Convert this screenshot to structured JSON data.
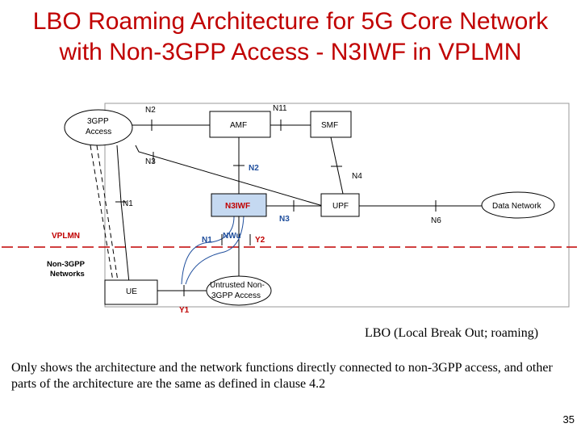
{
  "title": {
    "line1": "LBO Roaming Architecture for 5G Core Network",
    "line2": "with Non-3GPP Access - N3IWF in VPLMN"
  },
  "diagram": {
    "nodes": {
      "access_3gpp_l1": "3GPP",
      "access_3gpp_l2": "Access",
      "amf": "AMF",
      "smf": "SMF",
      "n3iwf": "N3IWF",
      "upf": "UPF",
      "data_network": "Data Network",
      "ue": "UE",
      "untrusted_l1": "Untrusted Non-",
      "untrusted_l2": "3GPP Access"
    },
    "interfaces": {
      "n2_top": "N2",
      "n11": "N11",
      "n3_left": "N3",
      "n2_blue": "N2",
      "n4": "N4",
      "n1_left": "N1",
      "n3_blue": "N3",
      "n6": "N6",
      "n1_blue": "N1",
      "nwu": "NWu",
      "y2": "Y2",
      "y1": "Y1"
    },
    "regions": {
      "vplmn": "VPLMN",
      "non3gpp_l1": "Non-3GPP",
      "non3gpp_l2": "Networks"
    }
  },
  "notes": {
    "lbo": "LBO (Local Break Out; roaming)",
    "scope": "Only shows the architecture and the network functions directly connected to non-3GPP access, and other parts of the architecture are the same as defined in clause 4.2"
  },
  "page_number": "35",
  "colors": {
    "title": "#c00000",
    "n3iwf_fill": "#c5d9f1",
    "blue_label": "#1f4e9c",
    "red_label": "#c00000",
    "boundary": "#c00000"
  }
}
